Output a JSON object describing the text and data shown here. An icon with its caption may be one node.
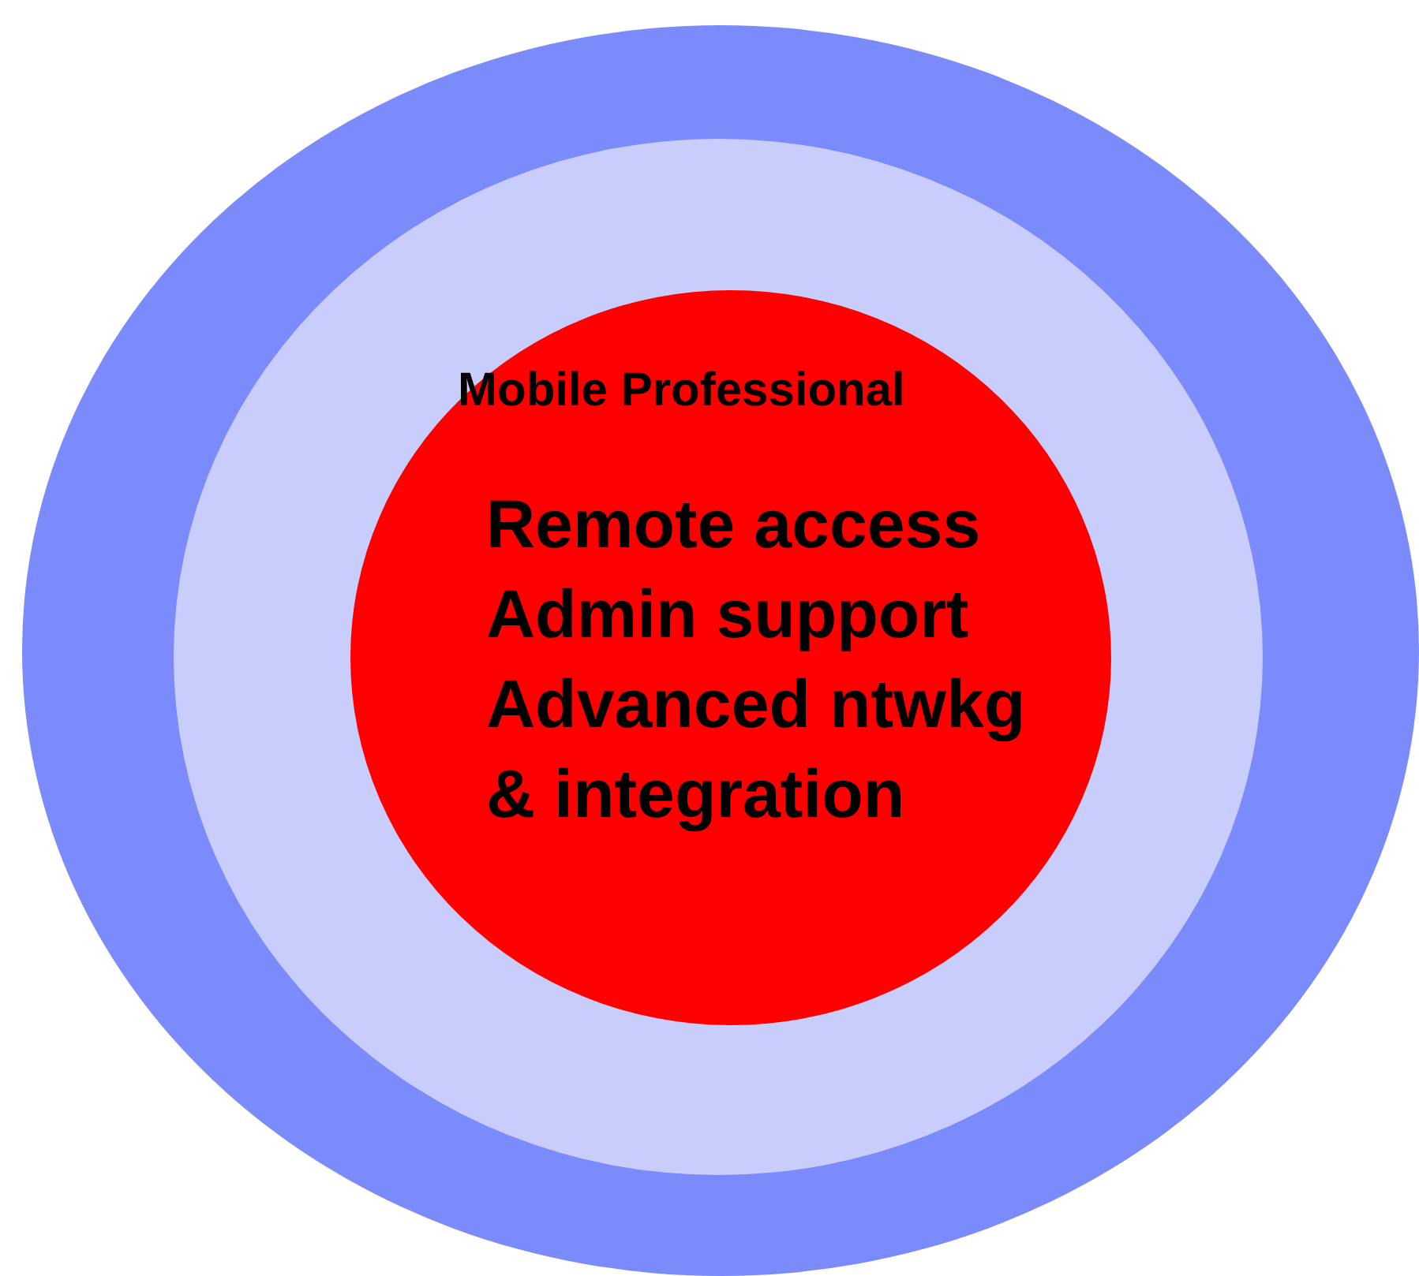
{
  "diagram": {
    "nodes": [
      {
        "text": [],
        "shape": "circle"
      },
      {
        "text": [],
        "shape": "circle",
        "in": 0
      },
      {
        "text": [
          "Mobile Professional",
          "Remote access",
          "Admin support",
          "Advanced ntwkg & integration"
        ],
        "in": 1
      }
    ]
  }
}
